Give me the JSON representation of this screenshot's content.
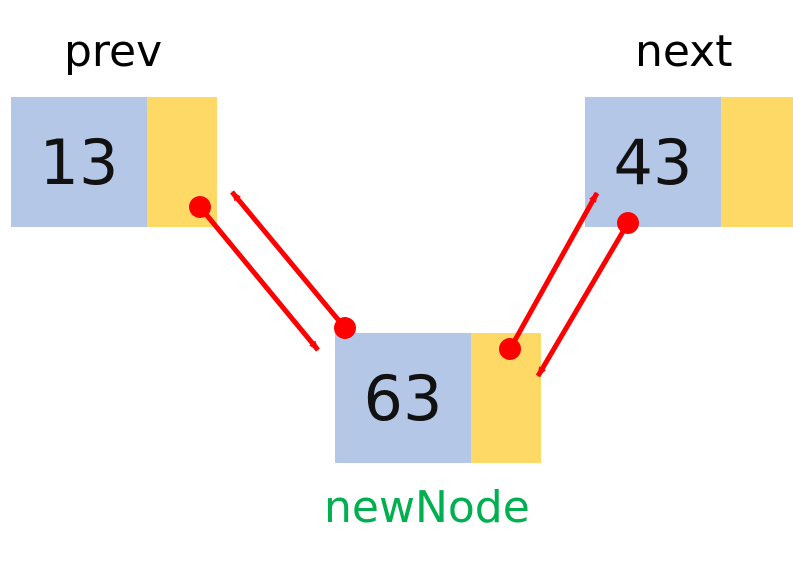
{
  "labels": {
    "prev": "prev",
    "next": "next",
    "new_node": "newNode"
  },
  "nodes": {
    "prev": {
      "value": "13"
    },
    "next": {
      "value": "43"
    },
    "new_node": {
      "value": "63"
    }
  },
  "colors": {
    "value_cell": "#b4c7e7",
    "pointer_cell": "#ffd966",
    "arrow": "#ff0000",
    "new_node_label": "#00b050"
  }
}
